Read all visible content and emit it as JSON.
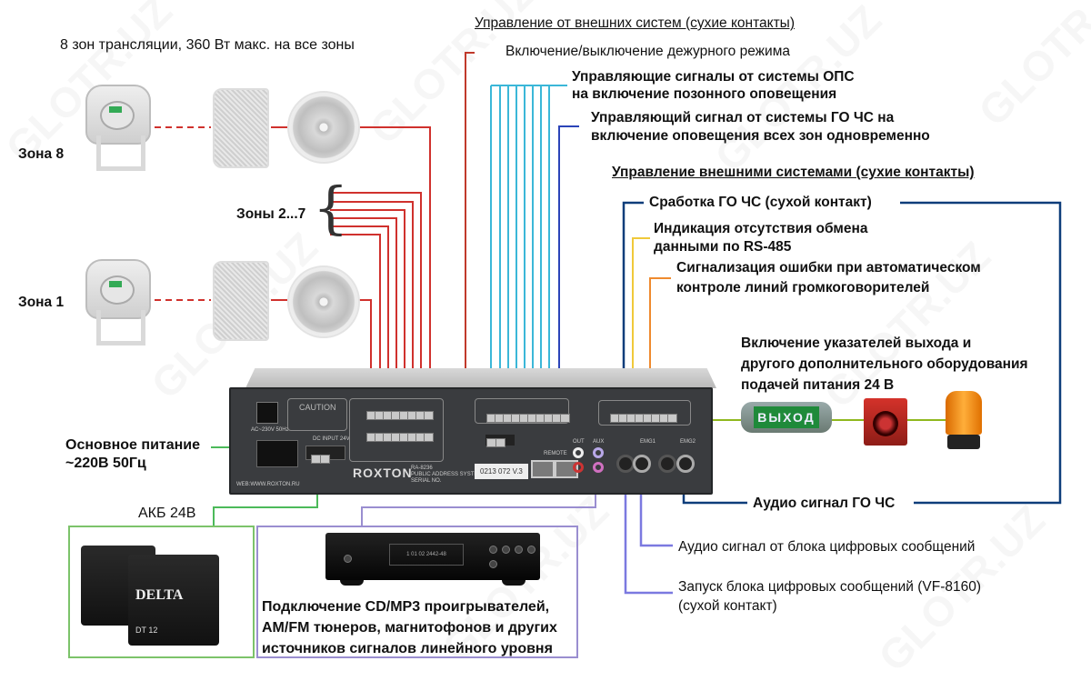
{
  "watermark": "GLOTR.UZ",
  "title_zones": "8 зон трансляции, 360 Вт макс. на все зоны",
  "zones": {
    "zone8_label": "Зона 8",
    "zones_2_7_label": "Зоны 2...7",
    "zone1_label": "Зона 1"
  },
  "external_control": {
    "heading": "Управление от внешних систем (сухие контакты)",
    "standby": "Включение/выключение дежурного режима",
    "ops_line1": "Управляющие сигналы от системы ОПС",
    "ops_line2": "на включение позонного оповещения",
    "gochs_line1": "Управляющий сигнал от системы ГО ЧС на",
    "gochs_line2": "включение оповещения всех зон одновременно"
  },
  "control_outputs": {
    "heading": "Управление внешними системами (сухие контакты)",
    "gochs_trigger": "Сработка ГО ЧС (сухой контакт)",
    "rs485_line1": "Индикация отсутствия обмена",
    "rs485_line2": "данными по RS-485",
    "error_line1": "Сигнализация ошибки при автоматическом",
    "error_line2": "контроле линий громкоговорителей",
    "power24_line1": "Включение указателей выхода и",
    "power24_line2": "другого дополнительного оборудования",
    "power24_line3": "подачей питания 24 В"
  },
  "power": {
    "main_line1": "Основное питание",
    "main_line2": "~220В 50Гц",
    "battery_label": "АКБ 24В",
    "battery_brand": "DELTA",
    "battery_model": "DT 12"
  },
  "audio": {
    "gochs_audio": "Аудио сигнал ГО ЧС",
    "dms_audio": "Аудио сигнал от блока цифровых сообщений",
    "dms_start_line1": "Запуск блока цифровых сообщений (VF-8160)",
    "dms_start_line2": "(сухой контакт)"
  },
  "sources": {
    "line1": "Подключение CD/MP3 проигрывателей,",
    "line2": "AM/FM тюнеров, магнитофонов и других",
    "line3": "источников сигналов линейного уровня",
    "cd_display": "1  01  02  2442-48"
  },
  "amplifier": {
    "brand": "ROXTON",
    "caution": "CAUTION",
    "ac_input": "AC~230V 50Hz",
    "dc_input": "DC INPUT 24V",
    "model_line1": "RA-8236",
    "model_line2": "PUBLIC ADDRESS SYSTEM",
    "model_line3": "SERIAL NO.",
    "serial": "0213  072  V.3",
    "remote": "REMOTE",
    "out": "OUT",
    "aux": "AUX",
    "emg1": "EMG1",
    "emg2": "EMG2",
    "website": "WEB:WWW.ROXTON.RU"
  },
  "exit_sign": "ВЫХОД",
  "colors": {
    "speaker_wire": "#d0312d",
    "standby_wire": "#c0392b",
    "ops_wire": "#3bb7d8",
    "gochs_in_wire": "#2b44b8",
    "gochs_out_wire": "#0d3d7a",
    "rs485_wire": "#f0c93a",
    "error_wire": "#ef8a2e",
    "power24_wire": "#8fb81e",
    "mains_wire": "#4cba5a",
    "battery_box": "#7cc36a",
    "source_box": "#9a8ed0",
    "dms_wire": "#7b79e0"
  }
}
